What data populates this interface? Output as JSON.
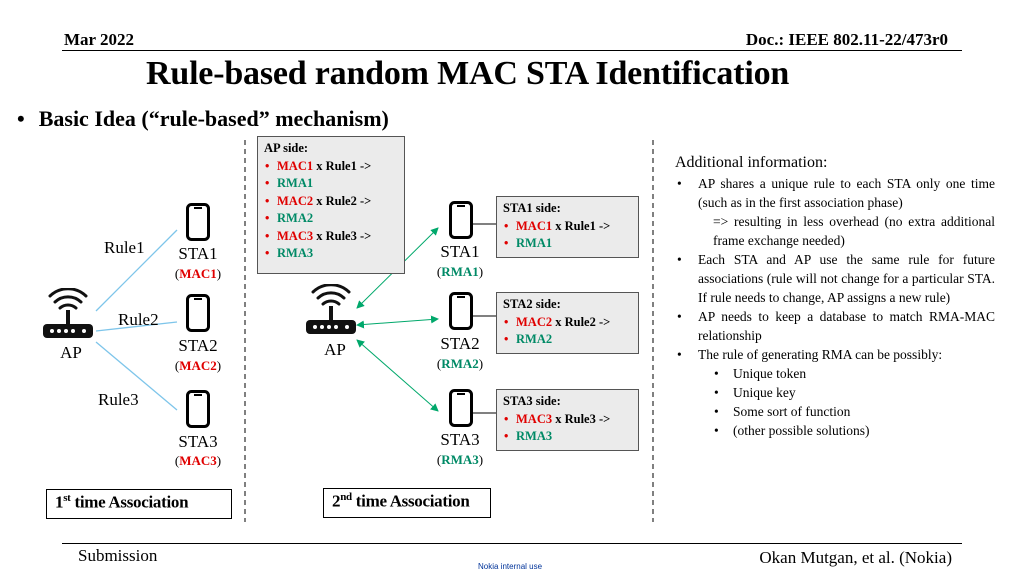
{
  "header": {
    "date": "Mar 2022",
    "doc": "Doc.: IEEE 802.11-22/473r0"
  },
  "title": "Rule-based random MAC STA Identification",
  "subtitle": {
    "bullet": "•",
    "text": "Basic Idea (“rule-based” mechanism)"
  },
  "ap_side_box": {
    "heading": "AP side:",
    "rows": [
      {
        "mac": "MAC1",
        "rule": " x Rule1 ->",
        "rma": "RMA1"
      },
      {
        "mac": "MAC2",
        "rule": " x Rule2 ->",
        "rma": "RMA2"
      },
      {
        "mac": "MAC3",
        "rule": " x Rule3 ->",
        "rma": "RMA3"
      }
    ]
  },
  "left_diagram": {
    "ap_label": "AP",
    "rules": [
      "Rule1",
      "Rule2",
      "Rule3"
    ],
    "stations": [
      {
        "name": "STA1",
        "id": "MAC1"
      },
      {
        "name": "STA2",
        "id": "MAC2"
      },
      {
        "name": "STA3",
        "id": "MAC3"
      }
    ],
    "association": {
      "ordinal": "1",
      "suffix": "st",
      "label": " time Association"
    }
  },
  "right_diagram": {
    "ap_label": "AP",
    "stations": [
      {
        "name": "STA1",
        "id": "RMA1"
      },
      {
        "name": "STA2",
        "id": "RMA2"
      },
      {
        "name": "STA3",
        "id": "RMA3"
      }
    ],
    "sta_boxes": [
      {
        "heading": "STA1 side:",
        "mac": "MAC1",
        "rule": " x Rule1 ->",
        "rma": "RMA1"
      },
      {
        "heading": "STA2 side:",
        "mac": "MAC2",
        "rule": " x Rule2 ->",
        "rma": "RMA2"
      },
      {
        "heading": "STA3 side:",
        "mac": "MAC3",
        "rule": " x Rule3 ->",
        "rma": "RMA3"
      }
    ],
    "association": {
      "ordinal": "2",
      "suffix": "nd",
      "label": " time Association"
    }
  },
  "additional_info": {
    "title": "Additional information:",
    "item1": "AP shares a unique rule to each STA only one time (such as in the first association phase)",
    "item1_cont": "=> resulting in less overhead (no extra additional frame exchange needed)",
    "item2": "Each STA and AP use the same rule for future associations (rule will not change for a particular STA. If rule needs to change, AP assigns a new rule)",
    "item3": "AP needs to keep a database to match RMA-MAC relationship",
    "item4": "The rule of generating RMA can be possibly:",
    "subitems": [
      "Unique token",
      "Unique key",
      "Some sort of function",
      "(other possible solutions)"
    ]
  },
  "footer": {
    "left": "Submission",
    "right": "Okan Mutgan, et al. (Nokia)",
    "center": "Nokia internal use"
  },
  "colors": {
    "red": "#e00000",
    "green": "#008a66",
    "box_bg": "#ebebeb"
  },
  "icons": {
    "station": "smartphone-icon",
    "ap": "wifi-router-icon"
  }
}
